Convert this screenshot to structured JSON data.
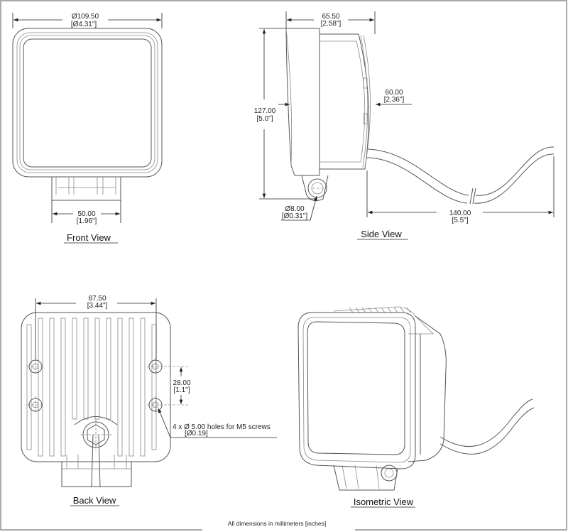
{
  "front_view": {
    "title": "Front View",
    "width_mm": "Ø109.50",
    "width_in": "[Ø4.31\"]",
    "bracket_mm": "50.00",
    "bracket_in": "[1.96\"]"
  },
  "side_view": {
    "title": "Side View",
    "depth_mm": "65.50",
    "depth_in": "[2.58\"]",
    "height_mm": "127.00",
    "height_in": "[5.0\"]",
    "body_mm": "60.00",
    "body_in": "[2.36\"]",
    "pivot_mm": "Ø8.00",
    "pivot_in": "[Ø0.31\"]",
    "cable_mm": "140.00",
    "cable_in": "[5.5\"]"
  },
  "back_view": {
    "title": "Back View",
    "hole_span_mm": "87.50",
    "hole_span_in": "[3.44\"]",
    "hole_pitch_mm": "28.00",
    "hole_pitch_in": "[1.1\"]",
    "holes_note": "4 x Ø 5.00 holes for M5 screws",
    "holes_note_in": "[Ø0.19]"
  },
  "isometric_view": {
    "title": "Isometric View"
  },
  "footer": {
    "units_note": "All dimensions  in millimeters  [inches]"
  }
}
